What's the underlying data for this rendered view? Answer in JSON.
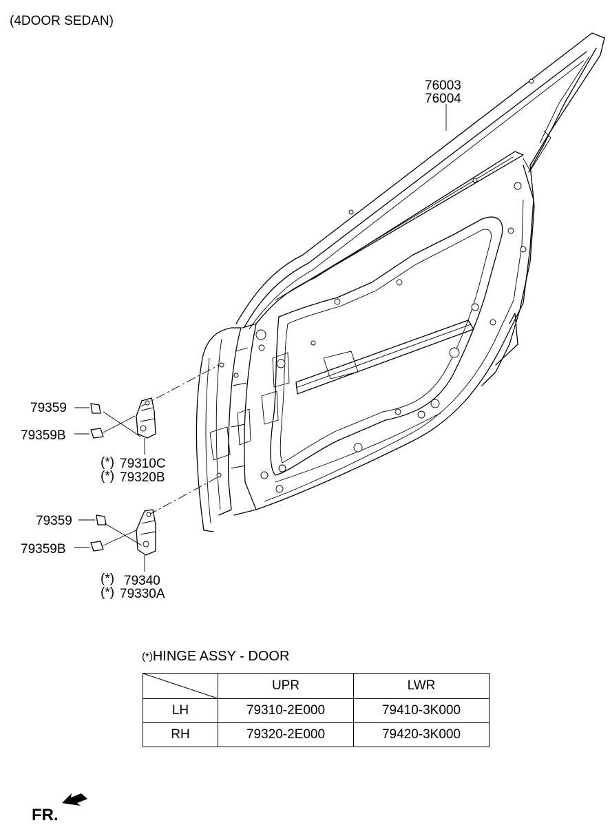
{
  "title": "(4DOOR SEDAN)",
  "callouts": {
    "door_panel": [
      "76003",
      "76004"
    ],
    "upper_bolt": "79359",
    "upper_bolt_b": "79359B",
    "upper_hinge": [
      "79310C",
      "79320B"
    ],
    "lower_bolt": "79359",
    "lower_bolt_b": "79359B",
    "lower_hinge": [
      "79340",
      "79330A"
    ],
    "note_symbol": "(*)"
  },
  "hinge_table": {
    "title": "HINGE ASSY - DOOR",
    "columns": [
      "UPR",
      "LWR"
    ],
    "rows": [
      {
        "side": "LH",
        "upr": "79310-2E000",
        "lwr": "79410-3K000"
      },
      {
        "side": "RH",
        "upr": "79320-2E000",
        "lwr": "79420-3K000"
      }
    ]
  },
  "direction": {
    "label": "FR.",
    "icon": "arrow-icon"
  }
}
